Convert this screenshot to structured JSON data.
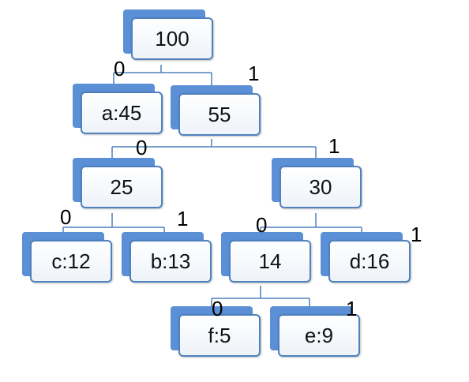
{
  "nodes": {
    "root": "100",
    "a": "a:45",
    "n55": "55",
    "n25": "25",
    "n30": "30",
    "c": "c:12",
    "b": "b:13",
    "n14": "14",
    "d": "d:16",
    "f": "f:5",
    "e": "e:9"
  },
  "edge_labels": {
    "root_left": "0",
    "root_right": "1",
    "n55_left": "0",
    "n55_right": "1",
    "n25_left": "0",
    "n25_right": "1",
    "n30_left": "0",
    "n30_right": "1",
    "n14_left": "0",
    "n14_right": "1"
  },
  "colors": {
    "node_shadow": "#5b8fd6",
    "node_border": "#4f81bd",
    "connector": "#4f81bd"
  }
}
